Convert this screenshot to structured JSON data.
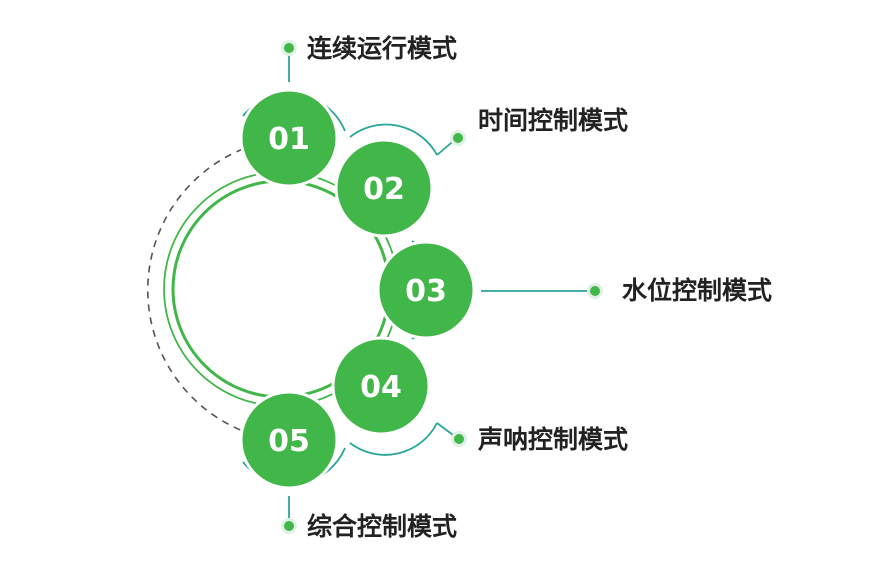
{
  "colors": {
    "green": "#41b649",
    "teal": "#2aa59a",
    "dash": "#555555"
  },
  "items": [
    {
      "num": "01",
      "label": "连续运行模式"
    },
    {
      "num": "02",
      "label": "时间控制模式"
    },
    {
      "num": "03",
      "label": "水位控制模式"
    },
    {
      "num": "04",
      "label": "声呐控制模式"
    },
    {
      "num": "05",
      "label": "综合控制模式"
    }
  ]
}
